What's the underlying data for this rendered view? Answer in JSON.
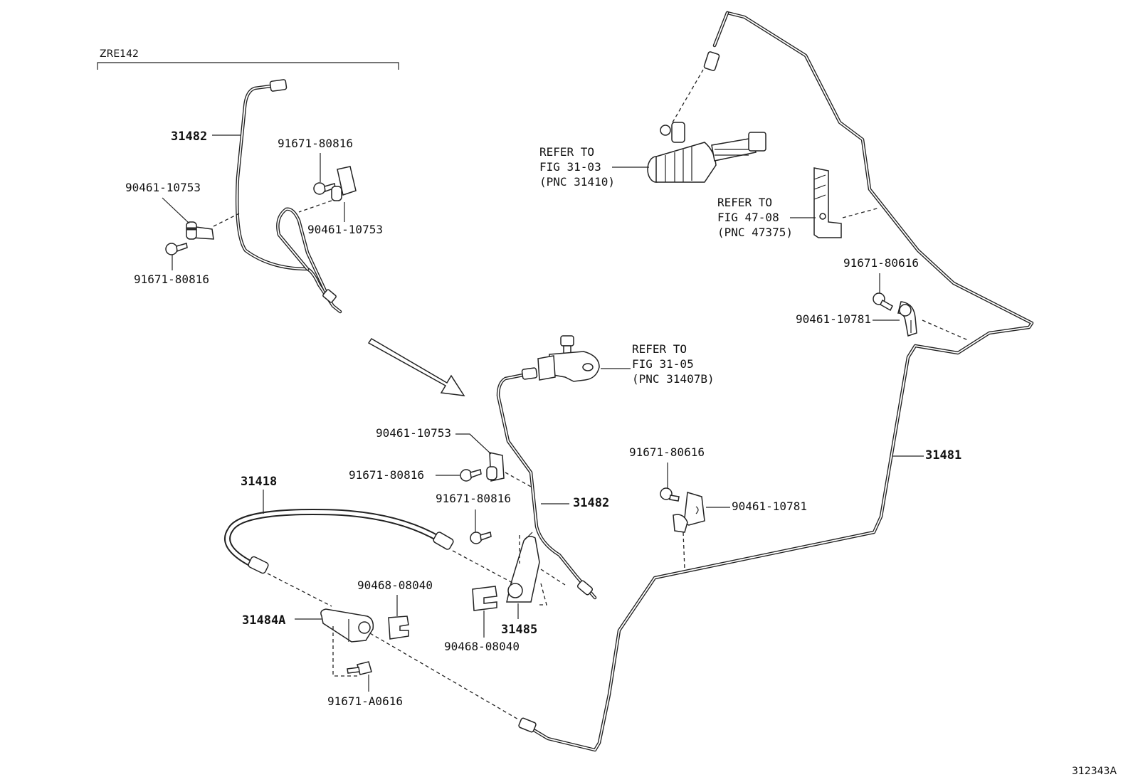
{
  "variant": {
    "label": "ZRE142"
  },
  "figure_code": "312343A",
  "parts": {
    "pipe_31482_top": "31482",
    "pipe_31482_main": "31482",
    "pipe_31481": "31481",
    "hose_31418": "31418",
    "bracket_31484A": "31484A",
    "bracket_31485": "31485"
  },
  "fasteners": {
    "clamp_top_left": "90461-10753",
    "bolt_top_left": "91671-80816",
    "bolt_top_mid": "91671-80816",
    "clamp_top_mid": "90461-10753",
    "clamp_center": "90461-10753",
    "bolt_center_upper": "91671-80816",
    "bolt_center_lower": "91671-80816",
    "clip_upper": "90468-08040",
    "clip_lower": "90468-08040",
    "bolt_bottom": "91671-A0616",
    "bolt_right_upper": "91671-80616",
    "clamp_right_upper": "90461-10781",
    "bolt_right_lower": "91671-80616",
    "clamp_right_lower": "90461-10781"
  },
  "references": {
    "master_cylinder": {
      "line1": "REFER TO",
      "line2": "FIG 31-03",
      "line3": "(PNC 31410)"
    },
    "clamp_block": {
      "line1": "REFER TO",
      "line2": "FIG 47-08",
      "line3": "(PNC 47375)"
    },
    "union": {
      "line1": "REFER TO",
      "line2": "FIG 31-05",
      "line3": "(PNC 31407B)"
    }
  }
}
